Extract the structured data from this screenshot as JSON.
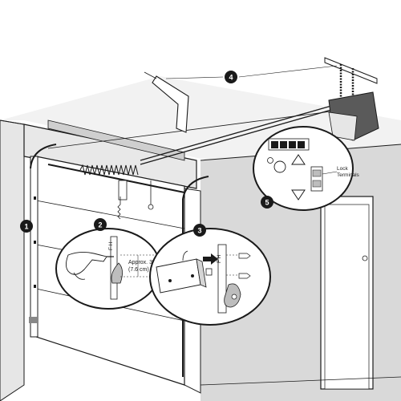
{
  "callouts": [
    {
      "id": "1",
      "label": "1"
    },
    {
      "id": "2",
      "label": "2"
    },
    {
      "id": "3",
      "label": "3"
    },
    {
      "id": "4",
      "label": "4"
    },
    {
      "id": "5",
      "label": "5"
    }
  ],
  "annotations": {
    "approx_line1": "Approx. 3\"",
    "approx_line2": "(7.6 cm)",
    "lock_line1": "Lock",
    "lock_line2": "Terminals"
  },
  "colors": {
    "line": "#1a1a1a",
    "wall_shade": "#dcdcdc",
    "ceiling_shade": "#ececec",
    "callout_fill": "#1a1a1a",
    "bracket_shade": "#b5b5b5"
  }
}
